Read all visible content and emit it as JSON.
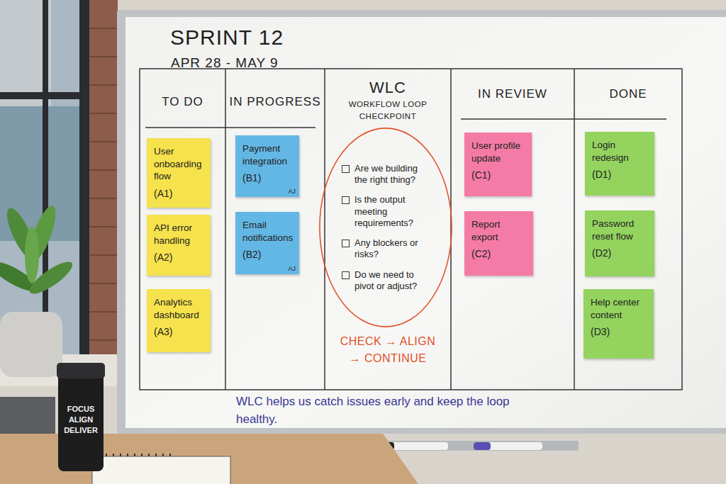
{
  "diagram": {
    "title": "SPRINT 12",
    "caption": "WLC helps us catch issues early and keep the loop healthy.",
    "nodes": [
      {
        "text": [
          "TO DO"
        ]
      },
      {
        "text": [
          "User onboarding flow",
          "(A1)"
        ],
        "in": 0
      },
      {
        "text": [
          "API error handling",
          "(A2)"
        ],
        "in": 0
      },
      {
        "text": [
          "Analytics dashboard",
          "(A3)"
        ],
        "in": 0
      },
      {
        "text": [
          "IN PROGRESS"
        ]
      },
      {
        "text": [
          "Payment integration",
          "(B1)",
          "AJ"
        ],
        "in": 4
      },
      {
        "text": [
          "Email notifications",
          "(B2)",
          "AJ"
        ],
        "in": 4
      },
      {
        "text": [
          "WLC",
          "WORKFLOW LOOP CHECKPOINT",
          "CHECK → ALIGN → CONTINUE"
        ]
      },
      {
        "text": [
          "Are we building the right thing?",
          "Is the output meeting requirements?",
          "Any blockers or risks?",
          "Do we need to pivot or adjust?"
        ],
        "in": 7
      },
      {
        "text": [
          "IN REVIEW"
        ]
      },
      {
        "text": [
          "User profile update",
          "(C1)"
        ],
        "in": 9
      },
      {
        "text": [
          "Report export",
          "(C2)"
        ],
        "in": 9
      },
      {
        "text": [
          "DONE"
        ]
      },
      {
        "text": [
          "Login redesign",
          "(D1)"
        ],
        "in": 12
      },
      {
        "text": [
          "Password reset flow",
          "(D2)"
        ],
        "in": 12
      },
      {
        "text": [
          "Help center content",
          "(D3)"
        ],
        "in": 12
      }
    ],
    "labels": [
      "APR 28 - MAY 9",
      "FOCUS ALIGN DELIVER"
    ]
  }
}
